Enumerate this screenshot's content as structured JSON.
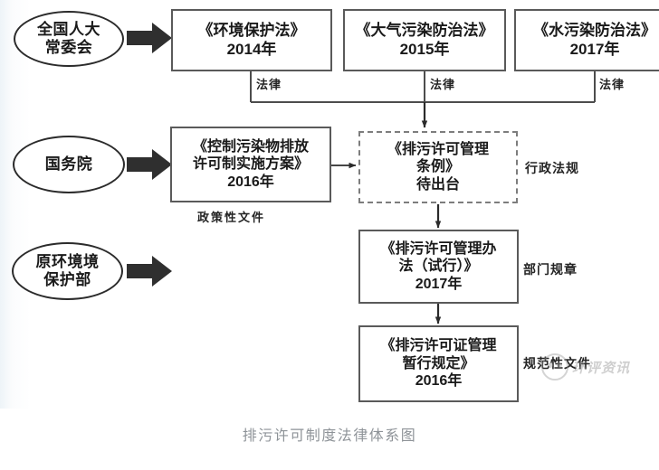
{
  "figure": {
    "caption": "排污许可制度法律体系图",
    "caption_color": "#8e9398",
    "background": "#ffffff",
    "line_color": "#2b2b2b",
    "box_border_color": "#5a5a5a",
    "dashed_border_color": "#7d7d7d"
  },
  "actors": [
    {
      "id": "npc",
      "line1": "全国人大",
      "line2": "常委会",
      "shape": "ellipse"
    },
    {
      "id": "state_council",
      "line1": "国务院",
      "line2": "",
      "shape": "ellipse"
    },
    {
      "id": "mep",
      "line1": "原环境境",
      "line2": "保护部",
      "shape": "ellipse"
    }
  ],
  "laws": [
    {
      "id": "law_epl",
      "title": "《环境保护法》",
      "year": "2014年",
      "edge_label": "法律"
    },
    {
      "id": "law_apcl",
      "title": "《大气污染防治法》",
      "year": "2015年",
      "edge_label": "法律"
    },
    {
      "id": "law_wpcl",
      "title": "《水污染防治法》",
      "year": "2017年",
      "edge_label": "法律"
    }
  ],
  "policy": {
    "id": "policy_scheme",
    "line1": "《控制污染物排放",
    "line2": "许可制实施方案》",
    "line3": "2016年",
    "under_label": "政策性文件"
  },
  "regulations": [
    {
      "id": "reg_ordinance",
      "line1": "《排污许可管理",
      "line2": "条例》",
      "line3": "待出台",
      "side_label": "行政法规",
      "style": "dashed"
    },
    {
      "id": "reg_measures",
      "line1": "《排污许可管理办",
      "line2": "法（试行）》",
      "line3": "2017年",
      "side_label": "部门规章",
      "style": "solid"
    },
    {
      "id": "reg_provisions",
      "line1": "《排污许可证管理",
      "line2": "暂行规定》",
      "line3": "2016年",
      "side_label": "规范性文件",
      "style": "solid"
    }
  ],
  "watermark": {
    "text": "环评资讯",
    "icon": "panda-circle-icon"
  }
}
